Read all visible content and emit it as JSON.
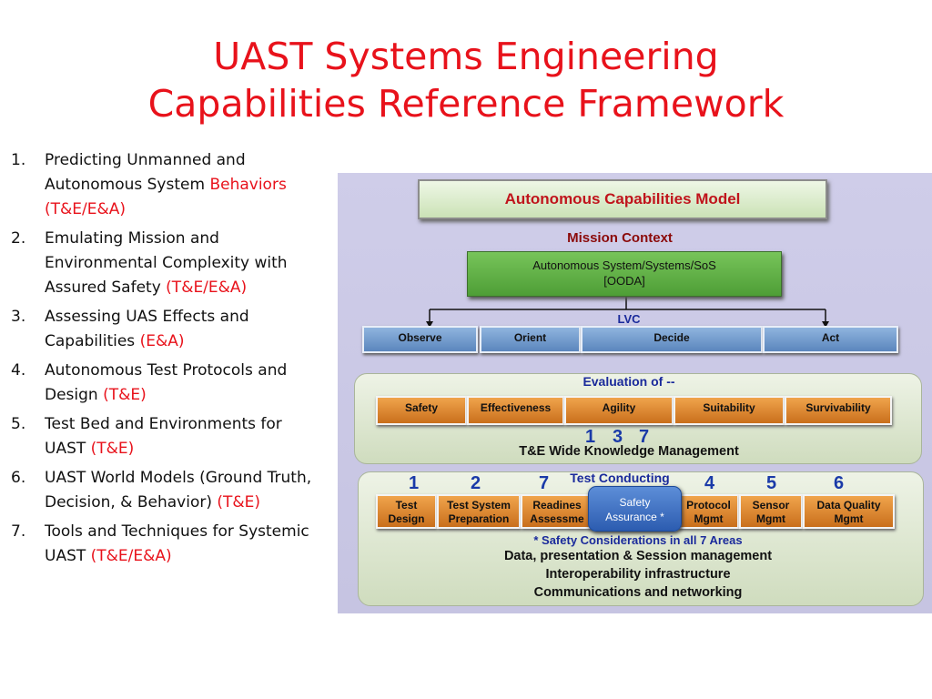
{
  "slide": {
    "title_line1": "UAST Systems Engineering",
    "title_line2": "Capabilities Reference Framework"
  },
  "list": [
    {
      "num": "1.",
      "text": "Predicting Unmanned and Autonomous System ",
      "highlight": "Behaviors",
      "suffix": "(T&E/E&A)"
    },
    {
      "num": "2.",
      "text": "Emulating Mission and Environmental Complexity with Assured Safety ",
      "highlight": "",
      "suffix": "(T&E/E&A)"
    },
    {
      "num": "3.",
      "text": "Assessing UAS Effects and Capabilities ",
      "highlight": "",
      "suffix": "(E&A)"
    },
    {
      "num": "4.",
      "text": "Autonomous Test Protocols and Design ",
      "highlight": "",
      "suffix": "(T&E)"
    },
    {
      "num": "5.",
      "text": "Test Bed and Environments for UAST ",
      "highlight": "",
      "suffix": "(T&E)"
    },
    {
      "num": "6.",
      "text": "UAST World Models (Ground Truth, Decision, & Behavior) ",
      "highlight": "",
      "suffix": "(T&E)"
    },
    {
      "num": "7.",
      "text": "Tools and Techniques for Systemic UAST ",
      "highlight": "",
      "suffix": "(T&E/E&A)"
    }
  ],
  "diagram": {
    "model_title": "Autonomous Capabilities Model",
    "mission_context": "Mission Context",
    "system_line1": "Autonomous System/Systems/SoS",
    "system_line2": "[OODA]",
    "lvc": "LVC",
    "ooda": [
      "Observe",
      "Orient",
      "Decide",
      "Act"
    ],
    "evaluation_title": "Evaluation of --",
    "evaluation_items": [
      "Safety",
      "Effectiveness",
      "Agility",
      "Suitability",
      "Survivability"
    ],
    "evaluation_numbers": [
      "1",
      "3",
      "7"
    ],
    "knowledge_mgmt": "T&E Wide Knowledge Management",
    "test_conducting": "Test Conducting",
    "test_numbers": [
      "1",
      "2",
      "7",
      "4",
      "5",
      "6"
    ],
    "test_items": [
      {
        "l1": "Test",
        "l2": "Design"
      },
      {
        "l1": "Test System",
        "l2": "Preparation"
      },
      {
        "l1": "Readines",
        "l2": "Assessme"
      },
      {
        "l1": "Protocol",
        "l2": "Mgmt"
      },
      {
        "l1": "Sensor",
        "l2": "Mgmt"
      },
      {
        "l1": "Data Quality",
        "l2": "Mgmt"
      }
    ],
    "safety_bubble_line1": "Safety",
    "safety_bubble_line2": "Assurance *",
    "safety_note": "* Safety Considerations in all 7 Areas",
    "bottom_lines": [
      "Data, presentation & Session management",
      "Interoperability infrastructure",
      "Communications and networking"
    ]
  }
}
